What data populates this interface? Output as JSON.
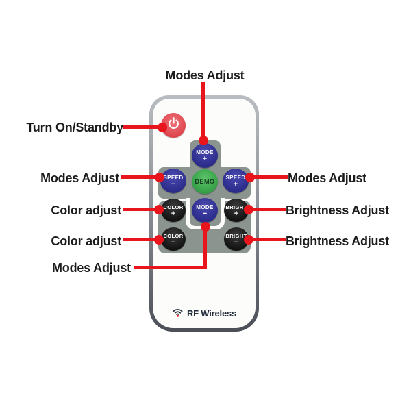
{
  "page": {
    "background": "#ffffff"
  },
  "colors": {
    "annotation_red": "#e9151d",
    "label_text": "#1c1c1c",
    "power_button_red": "#e0484f",
    "button_blue": "#32329a",
    "button_green": "#41ad52",
    "button_black": "#1b1b1b",
    "pad_gray": "#8b948f",
    "body_border_gray": "#90949a",
    "brand_text": "#222b3a"
  },
  "annotations": {
    "top_modes": "Modes Adjust",
    "power": "Turn On/Standby",
    "left_modes": "Modes Adjust",
    "color_plus": "Color adjust",
    "color_minus": "Color adjust",
    "bottom_modes": "Modes Adjust",
    "right_modes": "Modes Adjust",
    "bright_plus": "Brightness Adjust",
    "bright_minus": "Brightness Adjust"
  },
  "remote": {
    "brand": "RF Wireless",
    "icons": {
      "power": "power-icon",
      "wifi": "wifi-icon"
    },
    "buttons": {
      "mode_plus": {
        "label": "MODE",
        "sign": "+"
      },
      "speed_minus": {
        "label": "SPEED",
        "sign": "−"
      },
      "demo": {
        "label": "DEMO"
      },
      "speed_plus": {
        "label": "SPEED",
        "sign": "+"
      },
      "color_plus": {
        "label": "COLOR",
        "sign": "+"
      },
      "mode_minus": {
        "label": "MODE",
        "sign": "−"
      },
      "bright_plus": {
        "label": "BRIGHT",
        "sign": "+"
      },
      "color_minus": {
        "label": "COLOR",
        "sign": "−"
      },
      "bright_minus": {
        "label": "BRIGHT",
        "sign": "−"
      }
    }
  }
}
